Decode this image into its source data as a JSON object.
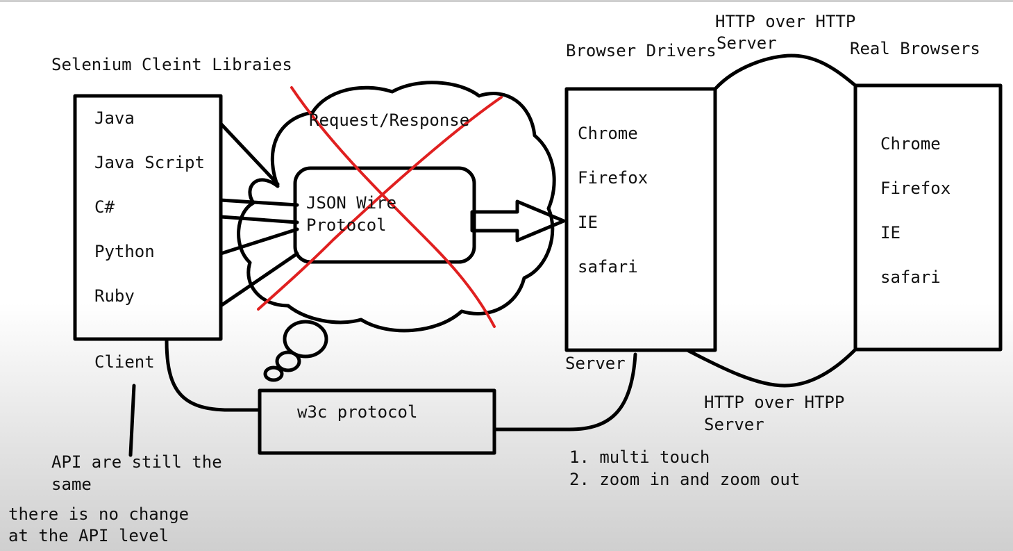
{
  "client": {
    "title": "Selenium Cleint Libraies",
    "languages": [
      "Java",
      "Java Script",
      "C#",
      "Python",
      "Ruby"
    ],
    "label": "Client"
  },
  "cloud": {
    "top_label": "Request/Response",
    "protocol_line1": "JSON Wire",
    "protocol_line2": "Protocol",
    "crossed_out": true,
    "cross_color": "#e02020"
  },
  "drivers": {
    "title": "Browser Drivers",
    "items": [
      "Chrome",
      "Firefox",
      "IE",
      "safari"
    ],
    "label": "Server"
  },
  "browsers": {
    "title": "Real Browsers",
    "items": [
      "Chrome",
      "Firefox",
      "IE",
      "safari"
    ]
  },
  "http_top": {
    "line1": "HTTP over HTTP",
    "line2": "Server"
  },
  "http_bottom": {
    "line1": "HTTP over HTPP",
    "line2": "Server"
  },
  "w3c": {
    "label": "w3c protocol"
  },
  "notes": {
    "api_line1": "API are still the",
    "api_line2": "same",
    "change_line1": "there is no change",
    "change_line2": "at the API level",
    "feature1": "1. multi touch",
    "feature2": "2. zoom in and zoom out"
  }
}
